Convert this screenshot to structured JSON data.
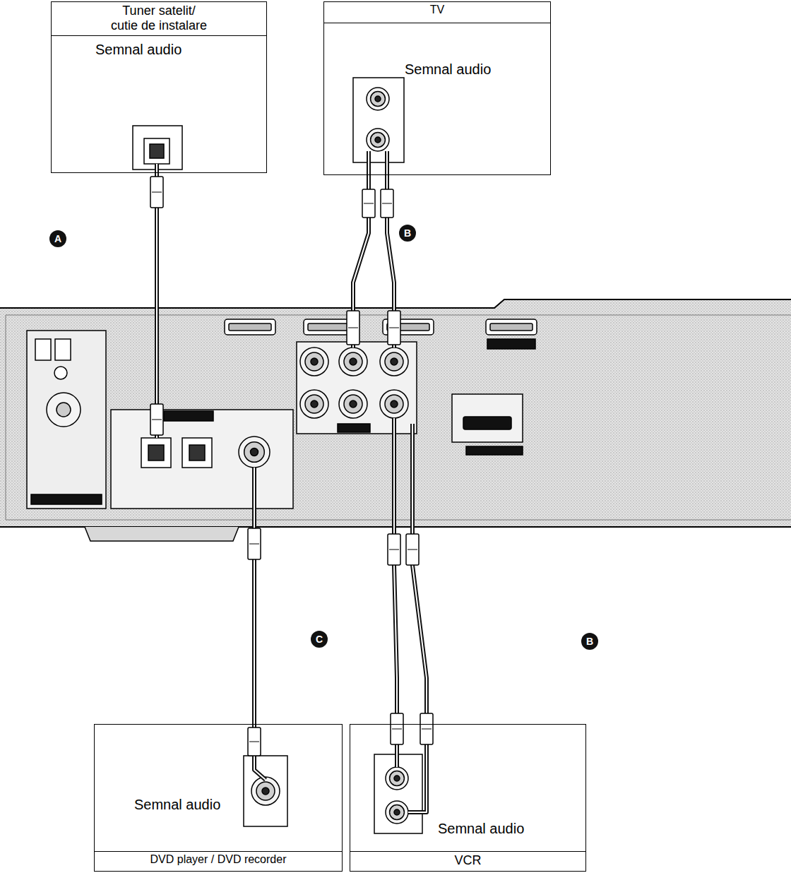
{
  "diagram": {
    "nodes": [
      {
        "text": [
          "Tuner satelit/ cutie de instalare",
          "Semnal audio"
        ]
      },
      {
        "text": [
          "TV",
          "Semnal audio"
        ]
      },
      {
        "text": [
          "Semnal audio",
          "DVD player / DVD recorder"
        ]
      },
      {
        "text": [
          "Semnal audio",
          "VCR"
        ]
      }
    ],
    "labels": [
      "A",
      "B",
      "C",
      "B"
    ]
  }
}
